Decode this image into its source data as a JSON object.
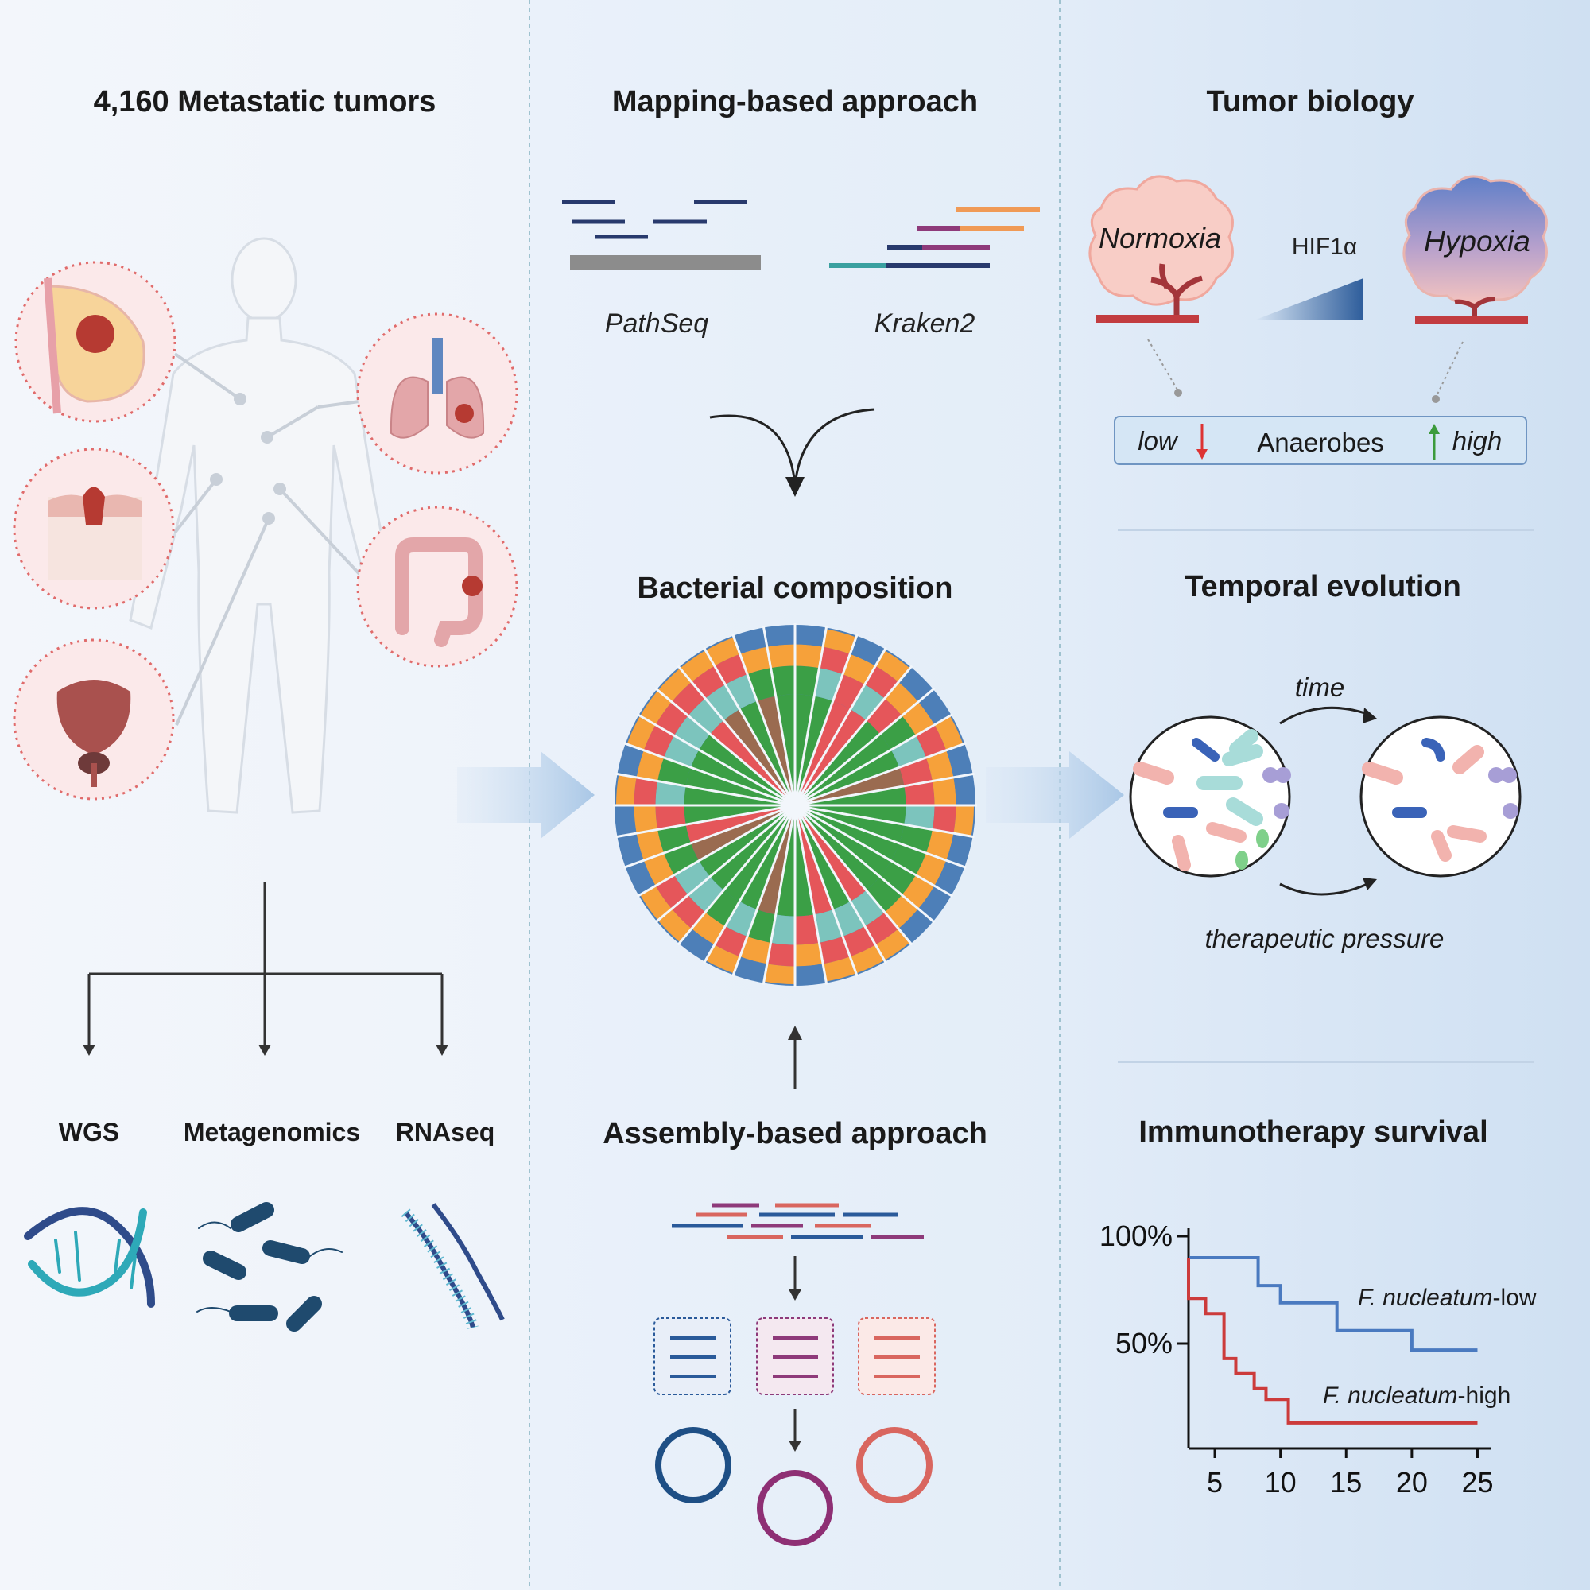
{
  "left": {
    "title": "4,160 Metastatic tumors",
    "methods": [
      "WGS",
      "Metagenomics",
      "RNAseq"
    ]
  },
  "middle": {
    "mapping_title": "Mapping-based approach",
    "tools": [
      "PathSeq",
      "Kraken2"
    ],
    "composition_title": "Bacterial composition",
    "assembly_title": "Assembly-based approach"
  },
  "right": {
    "tumor_title": "Tumor biology",
    "normoxia": "Normoxia",
    "hypoxia": "Hypoxia",
    "hif": "HIF1α",
    "low": "low",
    "anaerobes": "Anaerobes",
    "high": "high",
    "temporal_title": "Temporal evolution",
    "time": "time",
    "pressure": "therapeutic pressure",
    "survival_title": "Immunotherapy survival"
  },
  "colors": {
    "green": "#3b9f46",
    "red": "#e5565a",
    "orange": "#f6a13a",
    "teal": "#7cc4bd",
    "brown": "#9a6b50",
    "blue": "#4d7fb8",
    "navy": "#283a6d",
    "purple": "#8e3a7a",
    "salmon": "#d9665f"
  },
  "chart_data": {
    "type": "line",
    "y_ticks": [
      "100%",
      "50%"
    ],
    "x_ticks": [
      "5",
      "10",
      "15",
      "20",
      "25"
    ],
    "xlim": [
      3,
      26
    ],
    "ylim": [
      0,
      100
    ],
    "series": [
      {
        "name": "F. nucleatum-low",
        "name_italic": "F. nucleatum",
        "name_suffix": "-low",
        "color": "#4a7ac0",
        "x": [
          3,
          8.3,
          8.3,
          10,
          10,
          14.3,
          14.3,
          20,
          20,
          25
        ],
        "y": [
          90,
          90,
          77,
          77,
          69,
          69,
          56,
          56,
          47,
          47
        ]
      },
      {
        "name": "F. nucleatum-high",
        "name_italic": "F. nucleatum",
        "name_suffix": "-high",
        "color": "#cc3b3b",
        "x": [
          3,
          3,
          4.3,
          4.3,
          5.7,
          5.7,
          6.6,
          6.6,
          8,
          8,
          8.9,
          8.9,
          10.6,
          10.6,
          25
        ],
        "y": [
          90,
          71,
          71,
          64,
          64,
          43,
          43,
          36,
          36,
          29,
          29,
          24,
          24,
          13,
          13
        ]
      }
    ]
  }
}
